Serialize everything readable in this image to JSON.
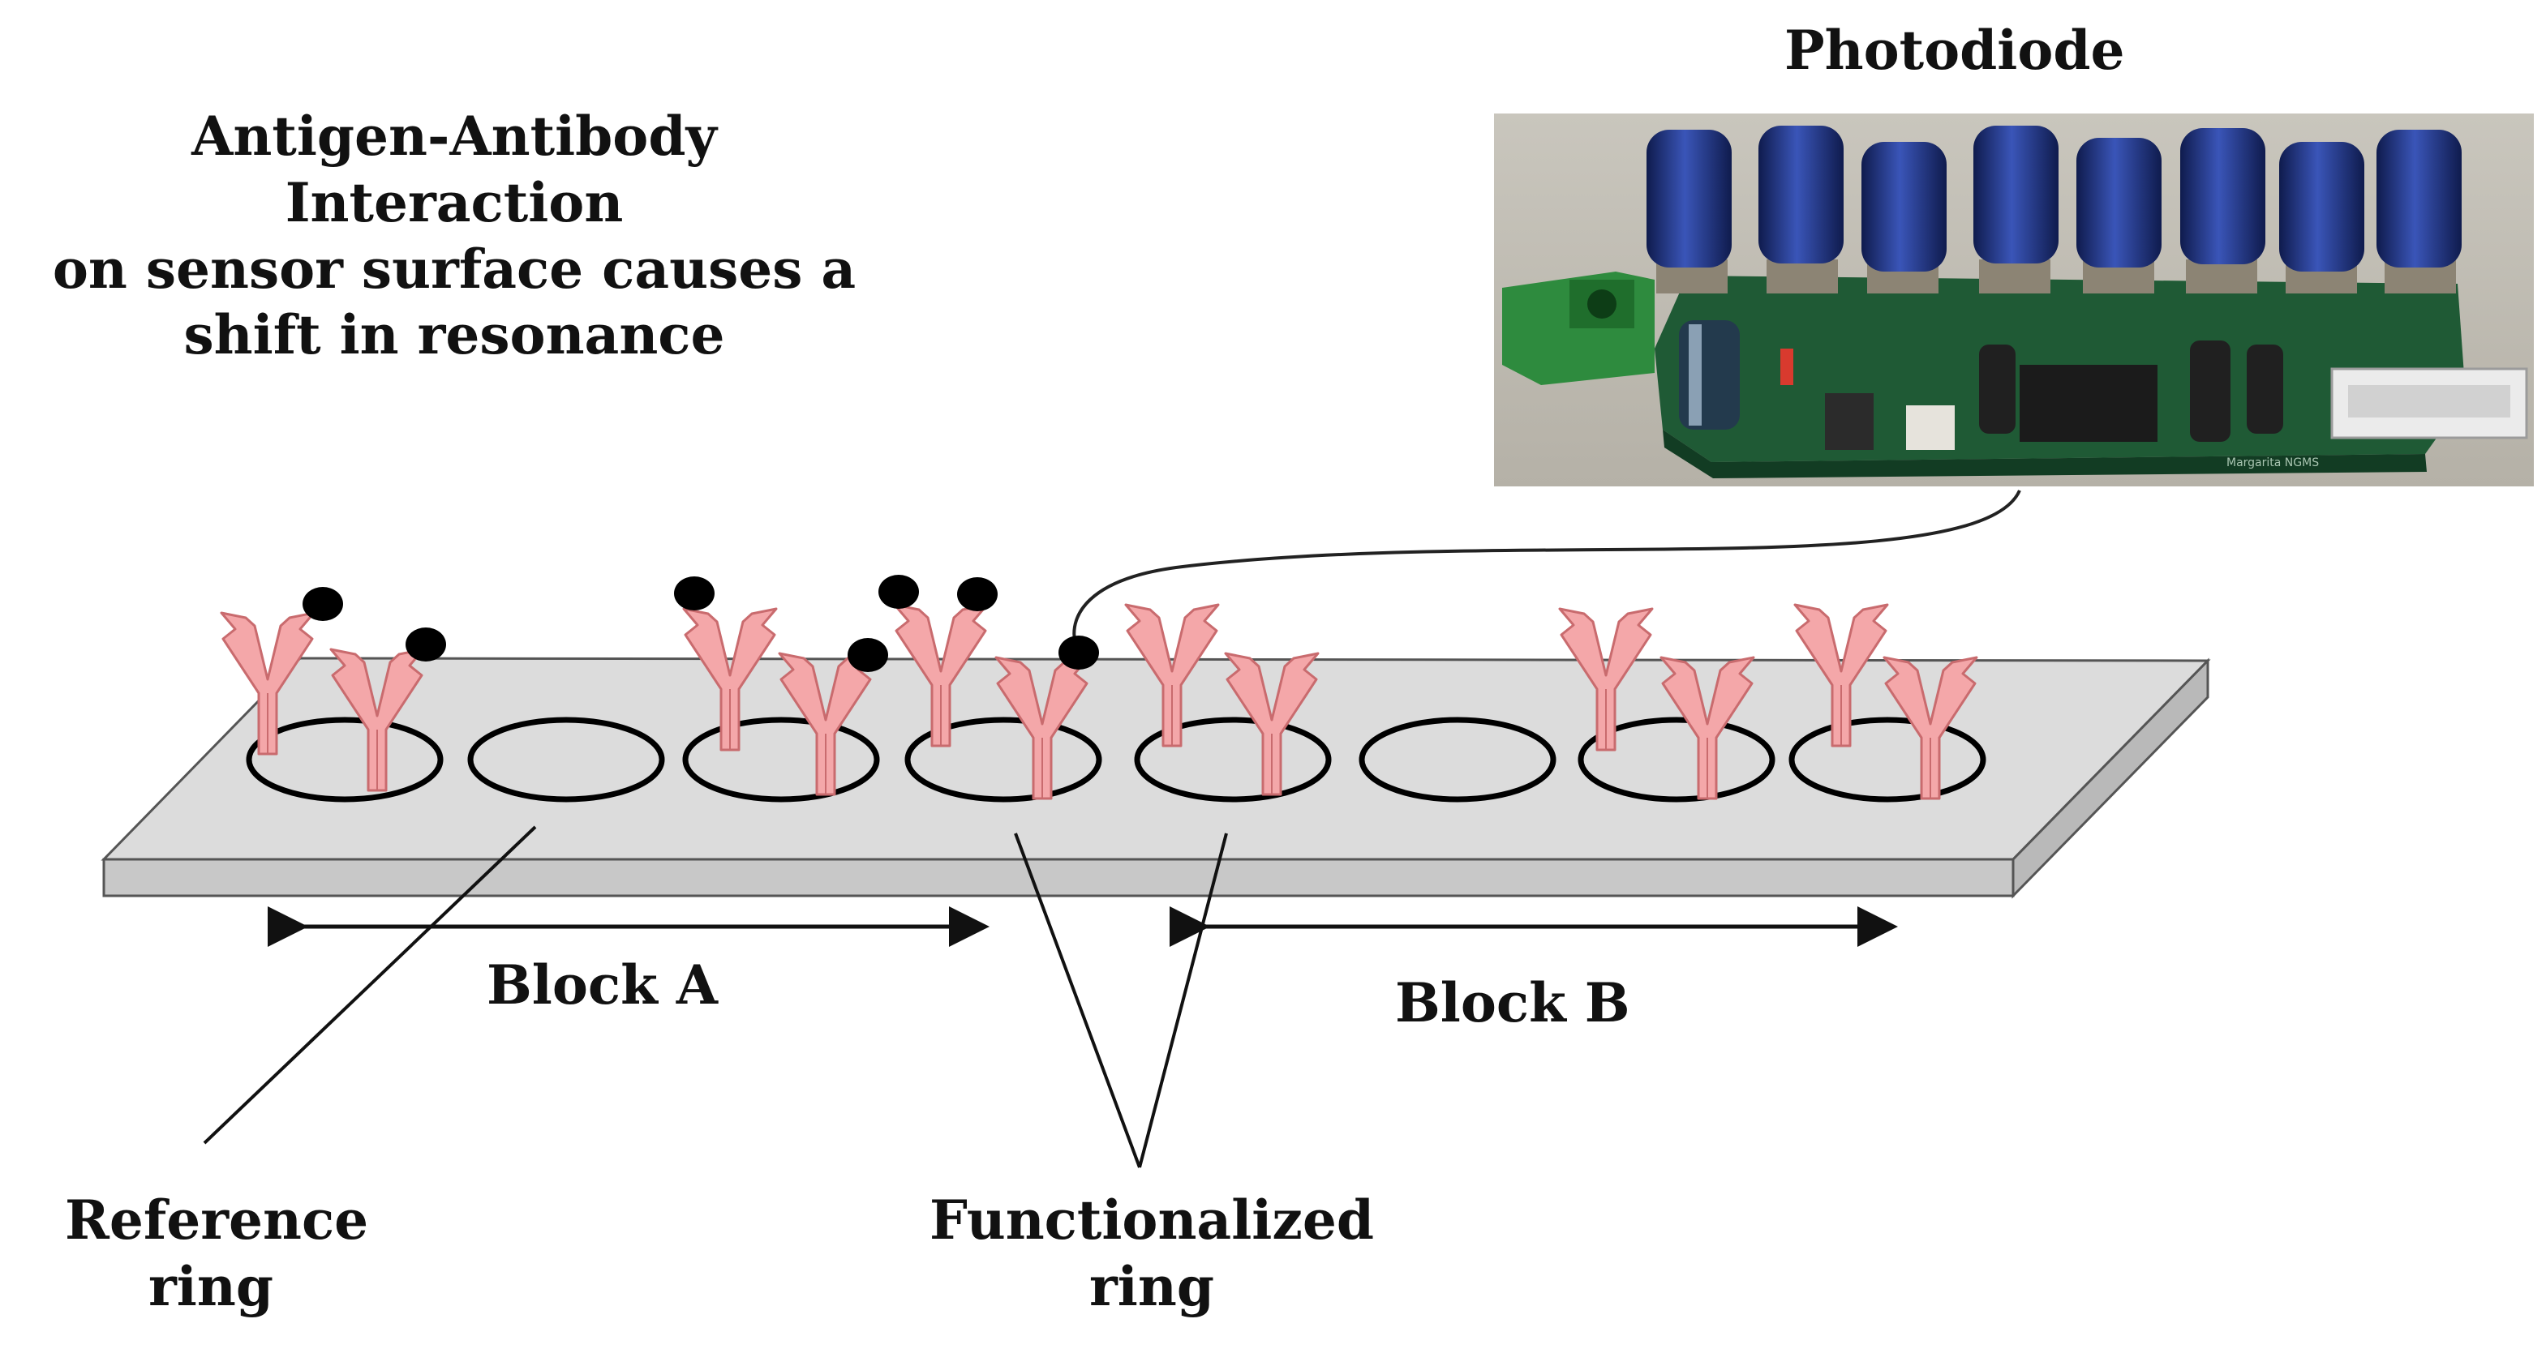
{
  "caption": {
    "line1": "Antigen-Antibody Interaction",
    "line2": "on sensor surface causes a",
    "line3": "shift in resonance"
  },
  "photodiode": {
    "title": "Photodiode",
    "board_text": "Margarita NGMS"
  },
  "blocks": {
    "a": "Block A",
    "b": "Block B"
  },
  "callouts": {
    "reference_ring": {
      "line1": "Reference",
      "line2": "ring"
    },
    "functionalized_ring": {
      "line1": "Functionalized",
      "line2": "ring"
    }
  },
  "colors": {
    "chip_top": "#dcdcdc",
    "chip_side": "#bfbfbf",
    "antibody_fill": "#f4a7a9",
    "antibody_stroke": "#c96b6e",
    "antigen": "#000000",
    "pcb": "#1f5a35",
    "connector": "#2e8b3e",
    "cap_blue": "#1e2f72"
  },
  "rings": [
    {
      "id": 1,
      "type": "functionalized",
      "block": "A"
    },
    {
      "id": 2,
      "type": "reference",
      "block": "A"
    },
    {
      "id": 3,
      "type": "functionalized",
      "block": "A"
    },
    {
      "id": 4,
      "type": "functionalized",
      "block": "A"
    },
    {
      "id": 5,
      "type": "functionalized",
      "block": "B"
    },
    {
      "id": 6,
      "type": "reference",
      "block": "B"
    },
    {
      "id": 7,
      "type": "functionalized",
      "block": "B"
    },
    {
      "id": 8,
      "type": "functionalized",
      "block": "B"
    }
  ]
}
